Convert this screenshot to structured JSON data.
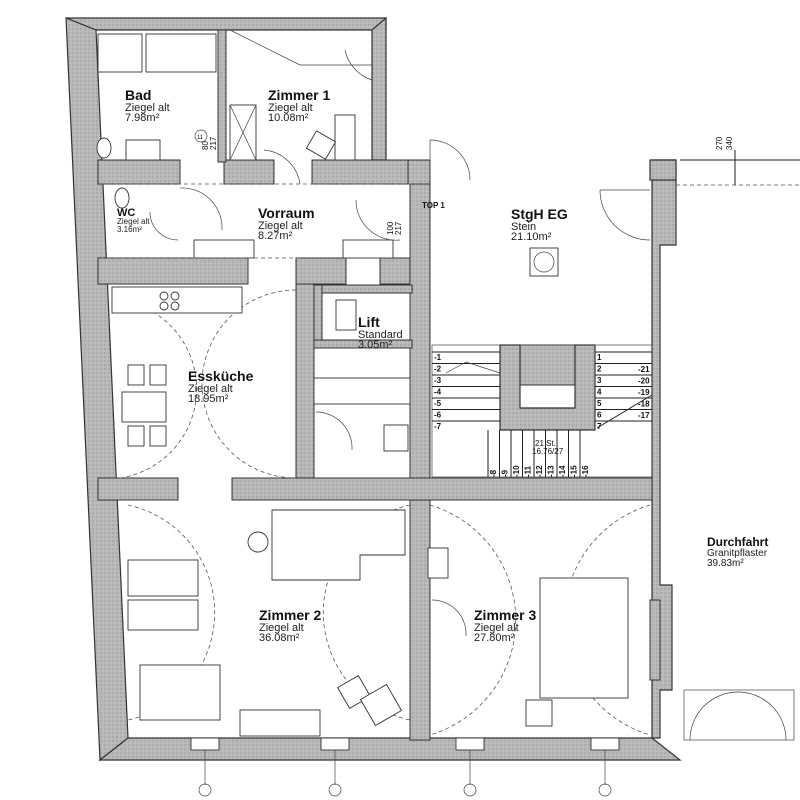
{
  "rooms": {
    "bad": {
      "name": "Bad",
      "material": "Ziegel alt",
      "area": "7.98m²"
    },
    "zimmer1": {
      "name": "Zimmer 1",
      "material": "Ziegel alt",
      "area": "10.08m²"
    },
    "wc": {
      "name": "WC",
      "material": "Ziegel alt",
      "area": "3.16m²"
    },
    "vorraum": {
      "name": "Vorraum",
      "material": "Ziegel alt",
      "area": "8.27m²"
    },
    "stgh": {
      "name": "StgH EG",
      "material": "Stein",
      "area": "21.10m²"
    },
    "lift": {
      "name": "Lift",
      "material": "Standard",
      "area": "3.05m²"
    },
    "esskueche": {
      "name": "Essküche",
      "material": "Ziegel alt",
      "area": "18.95m²"
    },
    "zimmer2": {
      "name": "Zimmer 2",
      "material": "Ziegel alt",
      "area": "36.08m²"
    },
    "zimmer3": {
      "name": "Zimmer 3",
      "material": "Ziegel alt",
      "area": "27.80m²"
    },
    "durchfahrt": {
      "name": "Durchfahrt",
      "material": "Granitpflaster",
      "area": "39.83m²"
    }
  },
  "labels": {
    "top": "TOP 1",
    "stairs": "21 St.",
    "stairs_ratio": "16.76/27",
    "dim_a": "270",
    "dim_b": "340",
    "door_w": "80",
    "door_h": "217",
    "door_w2": "100",
    "door_marker": "11"
  },
  "steps_left": [
    "-1",
    "-2",
    "-3",
    "-4",
    "-5",
    "-6",
    "-7"
  ],
  "steps_bottom": [
    "-8",
    "-9",
    "-10",
    "-11",
    "-12",
    "-13",
    "-14",
    "-15",
    "-16"
  ],
  "steps_right_up": [
    "1",
    "2",
    "3",
    "4",
    "5",
    "6",
    "7"
  ],
  "steps_right_down": [
    "-21",
    "-20",
    "-19",
    "-18",
    "-17"
  ]
}
